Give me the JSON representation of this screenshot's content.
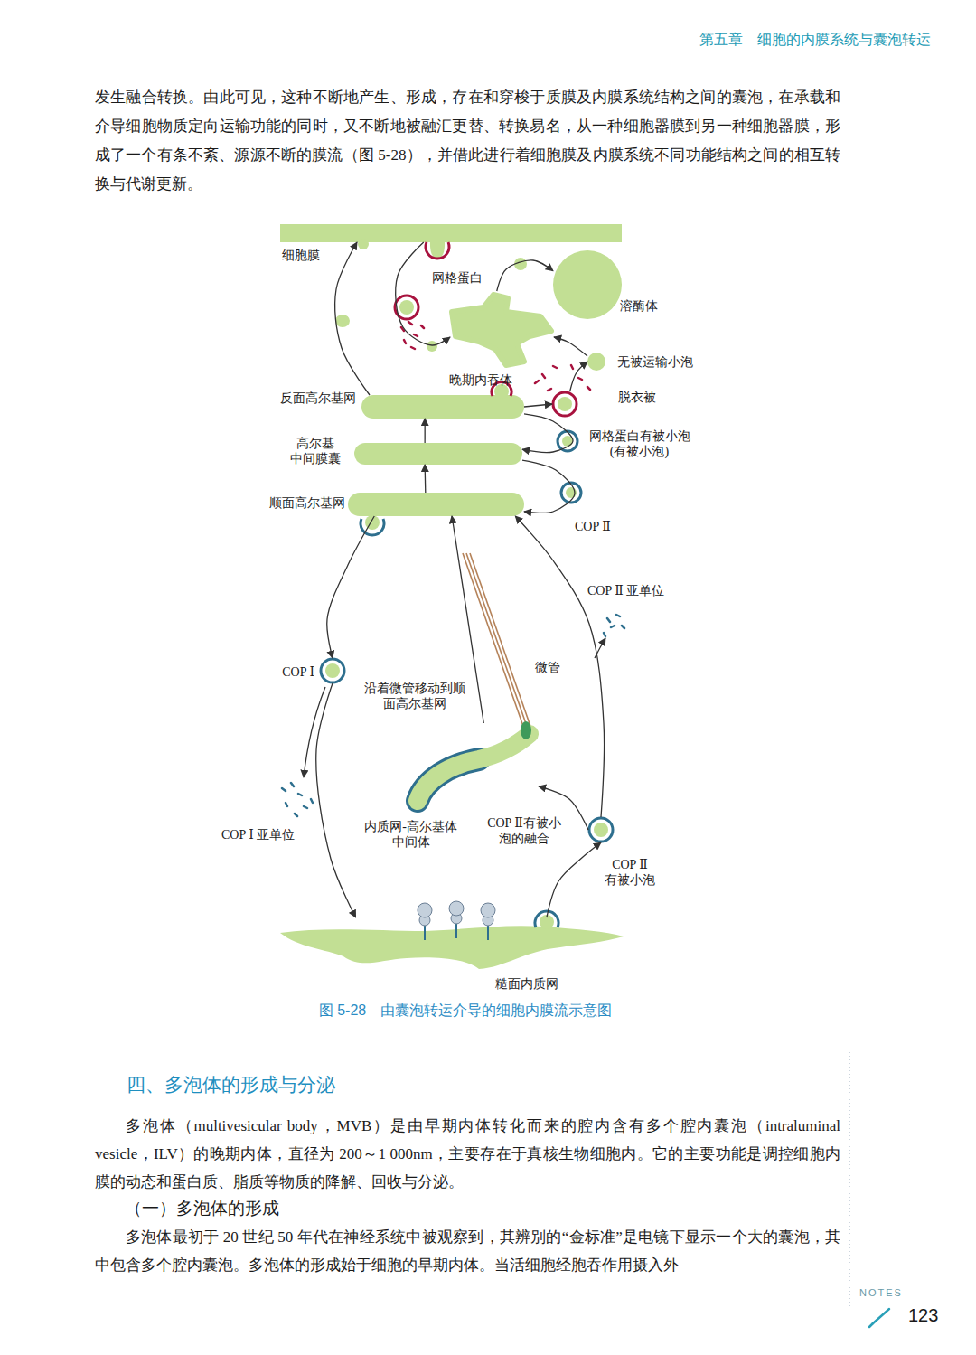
{
  "diagram": {
    "caption": "图 5-28　由囊泡转运介导的细胞内膜流示意图",
    "nodes": [
      {
        "text": [
          "细胞膜"
        ]
      },
      {
        "text": [
          "溶酶体"
        ]
      },
      {
        "text": [
          "晚期内吞体"
        ]
      },
      {
        "text": [
          "无被运输小泡"
        ]
      },
      {
        "text": [
          "网格蛋白有被小泡 (有被小泡)"
        ]
      },
      {
        "text": [
          "反面高尔基网"
        ]
      },
      {
        "text": [
          "高尔基 中间膜囊"
        ]
      },
      {
        "text": [
          "顺面高尔基网"
        ]
      },
      {
        "text": [
          "COP Ⅰ"
        ]
      },
      {
        "text": [
          "内质网-高尔基体 中间体"
        ]
      },
      {
        "text": [
          "COP Ⅱ 有被小泡"
        ]
      },
      {
        "text": [
          "糙面内质网"
        ]
      }
    ],
    "edges": [
      {
        "from": 5,
        "to": 0,
        "arrow": "to"
      },
      {
        "from": 0,
        "to": 2,
        "arrow": "to"
      },
      {
        "from": 2,
        "to": 1,
        "arrow": "to"
      },
      {
        "from": 5,
        "to": 4,
        "arrow": "to"
      },
      {
        "from": 4,
        "to": 3,
        "arrow": "to"
      },
      {
        "from": 3,
        "to": 2,
        "arrow": "to"
      },
      {
        "from": 7,
        "to": 6,
        "arrow": "to"
      },
      {
        "from": 6,
        "to": 5,
        "arrow": "to"
      },
      {
        "from": 5,
        "to": 6,
        "arrow": "to"
      },
      {
        "from": 6,
        "to": 7,
        "arrow": "to"
      },
      {
        "from": 7,
        "to": 8,
        "arrow": "to"
      },
      {
        "from": 8,
        "to": 11,
        "arrow": "to"
      },
      {
        "from": 11,
        "to": 10,
        "arrow": "to"
      },
      {
        "from": 10,
        "to": 9,
        "arrow": "to",
        "label": "COP Ⅱ有被小泡的融合"
      },
      {
        "from": 10,
        "to": 7,
        "arrow": "to"
      },
      {
        "from": 9,
        "to": 7,
        "arrow": "to",
        "label": "沿着微管移动到顺面高尔基网"
      }
    ],
    "labels": [
      "第五章　细胞的内膜系统与囊泡转运",
      "发生融合转换。由此可见，这种不断地产生、形成，存在和穿梭于质膜及内膜系统结构之间的囊泡，在承载和介导细胞物质定向运输功能的同时，又不断地被融汇更替、转换易名，从一种细胞器膜到另一种细胞器膜，形成了一个有条不紊、源源不断的膜流（图 5-28），并借此进行着细胞膜及内膜系统不同功能结构之间的相互转换与代谢更新。",
      "网格蛋白",
      "脱衣被",
      "COP Ⅱ",
      "COP Ⅱ 亚单位",
      "微管",
      "COP Ⅰ 亚单位",
      "四、多泡体的形成与分泌",
      "多泡体（multivesicular body，MVB）是由早期内体转化而来的腔内含有多个腔内囊泡（intraluminal vesicle，ILV）的晚期内体，直径为 200～1 000nm，主要存在于真核生物细胞内。它的主要功能是调控细胞内膜的动态和蛋白质、脂质等物质的降解、回收与分泌。",
      "（一）多泡体的形成",
      "多泡体最初于 20 世纪 50 年代在神经系统中被观察到，其辨别的“金标准”是电镜下显示一个大的囊泡，其中包含多个腔内囊泡。多泡体的形成始于细胞的早期内体。当活细胞经胞吞作用摄入外",
      "NOTES",
      "123"
    ]
  }
}
